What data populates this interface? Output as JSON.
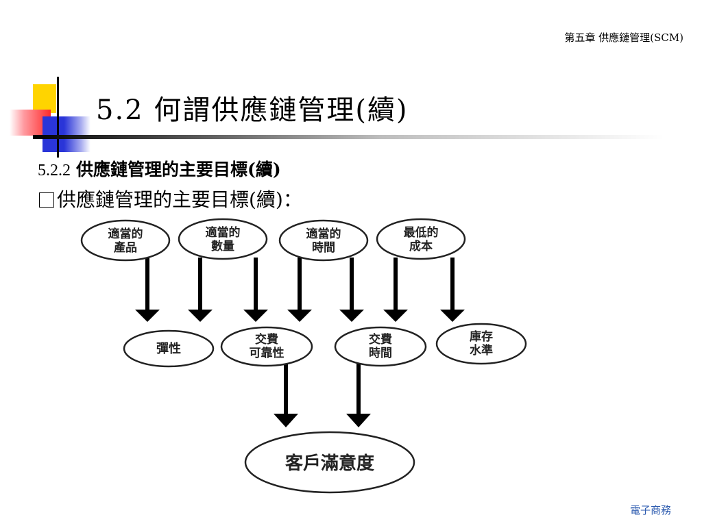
{
  "header": {
    "chapter": "第五章  供應鏈管理(SCM)"
  },
  "title": "5.2  何謂供應鏈管理(續)",
  "subheading": {
    "number": "5.2.2",
    "text": "供應鏈管理的主要目標(續)"
  },
  "bullet": {
    "text": "供應鏈管理的主要目標(續)："
  },
  "diagram": {
    "goals": [
      {
        "line1": "適當的",
        "line2": "產品"
      },
      {
        "line1": "適當的",
        "line2": "數量"
      },
      {
        "line1": "適當的",
        "line2": "時間"
      },
      {
        "line1": "最低的",
        "line2": "成本"
      }
    ],
    "factors": [
      {
        "line1": "彈性",
        "line2": ""
      },
      {
        "line1": "交費",
        "line2": "可靠性"
      },
      {
        "line1": "交費",
        "line2": "時間"
      },
      {
        "line1": "庫存",
        "line2": "水準"
      }
    ],
    "result": {
      "label": "客戶滿意度"
    }
  },
  "footer": {
    "text": "電子商務"
  }
}
